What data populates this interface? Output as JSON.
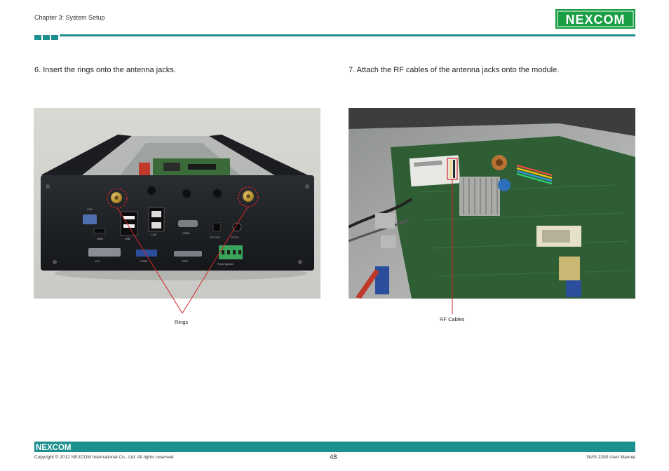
{
  "header": {
    "chapter": "Chapter 3: System Setup",
    "logo_text": "NEXCOM",
    "accent_color": "#1d8f8e",
    "logo_green": "#1a9e44",
    "logo_blue": "#1f4f9a"
  },
  "steps": [
    {
      "text": "6. Insert the rings onto the antenna jacks."
    },
    {
      "text": "7. Attach the RF cables of the antenna jacks onto the module."
    }
  ],
  "figures": [
    {
      "callout": "Rings",
      "panel_labels": [
        "VGA",
        "HDMI",
        "USB",
        "LAN",
        "COM1",
        "COM2",
        "DVI",
        "GPIO",
        "DC OUT",
        "DC IN",
        "Power Ignition"
      ]
    },
    {
      "callout": "RF Cables"
    }
  ],
  "footer": {
    "logo_text": "NEXCOM",
    "copyright": "Copyright © 2012 NEXCOM International Co., Ltd. All rights reserved",
    "page_number": "48",
    "manual_name": "NViS 2280 User Manual"
  }
}
